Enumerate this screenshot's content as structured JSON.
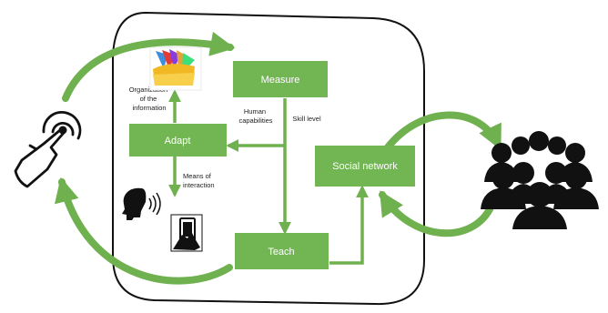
{
  "colors": {
    "box_fill": "#72b653",
    "box_text": "#ffffff",
    "arrow": "#6fb04f",
    "frame": "#111111",
    "icon": "#111111"
  },
  "boxes": {
    "measure": "Measure",
    "adapt": "Adapt",
    "teach": "Teach",
    "social_network": "Social network"
  },
  "edge_labels": {
    "organization": [
      "Organization",
      "of the",
      "information"
    ],
    "human_capabilities": [
      "Human",
      "capabilities"
    ],
    "skill_level": "Skill level",
    "means_of_interaction": [
      "Means of",
      "interaction"
    ]
  },
  "icons": {
    "folders": "colorful-folders-icon",
    "touch": "touch-gesture-icon",
    "speaking": "speaking-head-icon",
    "tablet": "hand-holding-tablet-icon",
    "crowd": "crowd-of-people-icon"
  }
}
